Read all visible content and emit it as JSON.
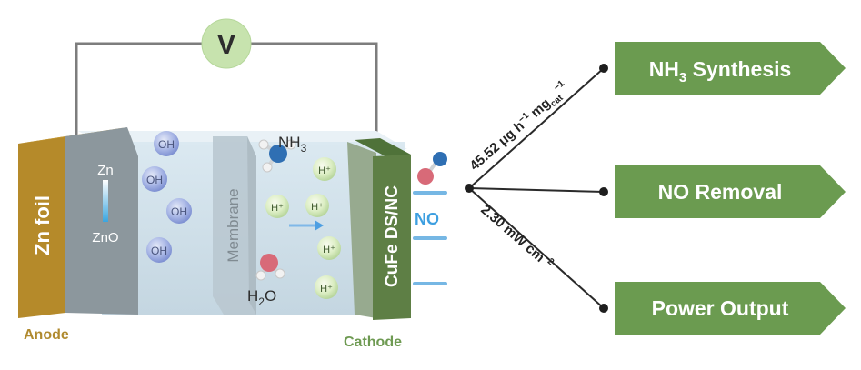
{
  "voltmeter": {
    "label": "V"
  },
  "anode": {
    "material": "Zn foil",
    "label": "Anode"
  },
  "cathode": {
    "material": "CuFe DS/NC",
    "label": "Cathode"
  },
  "reaction_arrow": {
    "top": "Zn",
    "bottom": "ZnO"
  },
  "membrane": {
    "label": "Membrane"
  },
  "ions": {
    "hydroxide": [
      "OH",
      "OH",
      "OH",
      "OH"
    ],
    "protons": [
      "H⁺",
      "H⁺",
      "H⁺",
      "H⁺",
      "H⁺"
    ]
  },
  "molecules": {
    "ammonia": {
      "main": "NH",
      "sub": "3"
    },
    "water": {
      "main": "H",
      "sub": "2",
      "tail": "O"
    },
    "nitric_oxide": "NO"
  },
  "metrics": {
    "ammonia_rate": {
      "main": "45.52 μg h",
      "sup1": "−1",
      "mid": " mg",
      "sub": "cat",
      "sup2": "−1"
    },
    "power_density": {
      "main": "2.30 mW cm",
      "sup": "−2"
    }
  },
  "outputs": {
    "ammonia": {
      "main": "NH",
      "sub": "3",
      "tail": " Synthesis"
    },
    "no_removal": "NO Removal",
    "power": "Power Output"
  },
  "colors": {
    "anode": "#b58a2a",
    "cathode": "#5e7f45",
    "arrow_box": "#6b9b50",
    "voltmeter": "#c7e3ae",
    "electrolyte": "#cfe0ea"
  }
}
